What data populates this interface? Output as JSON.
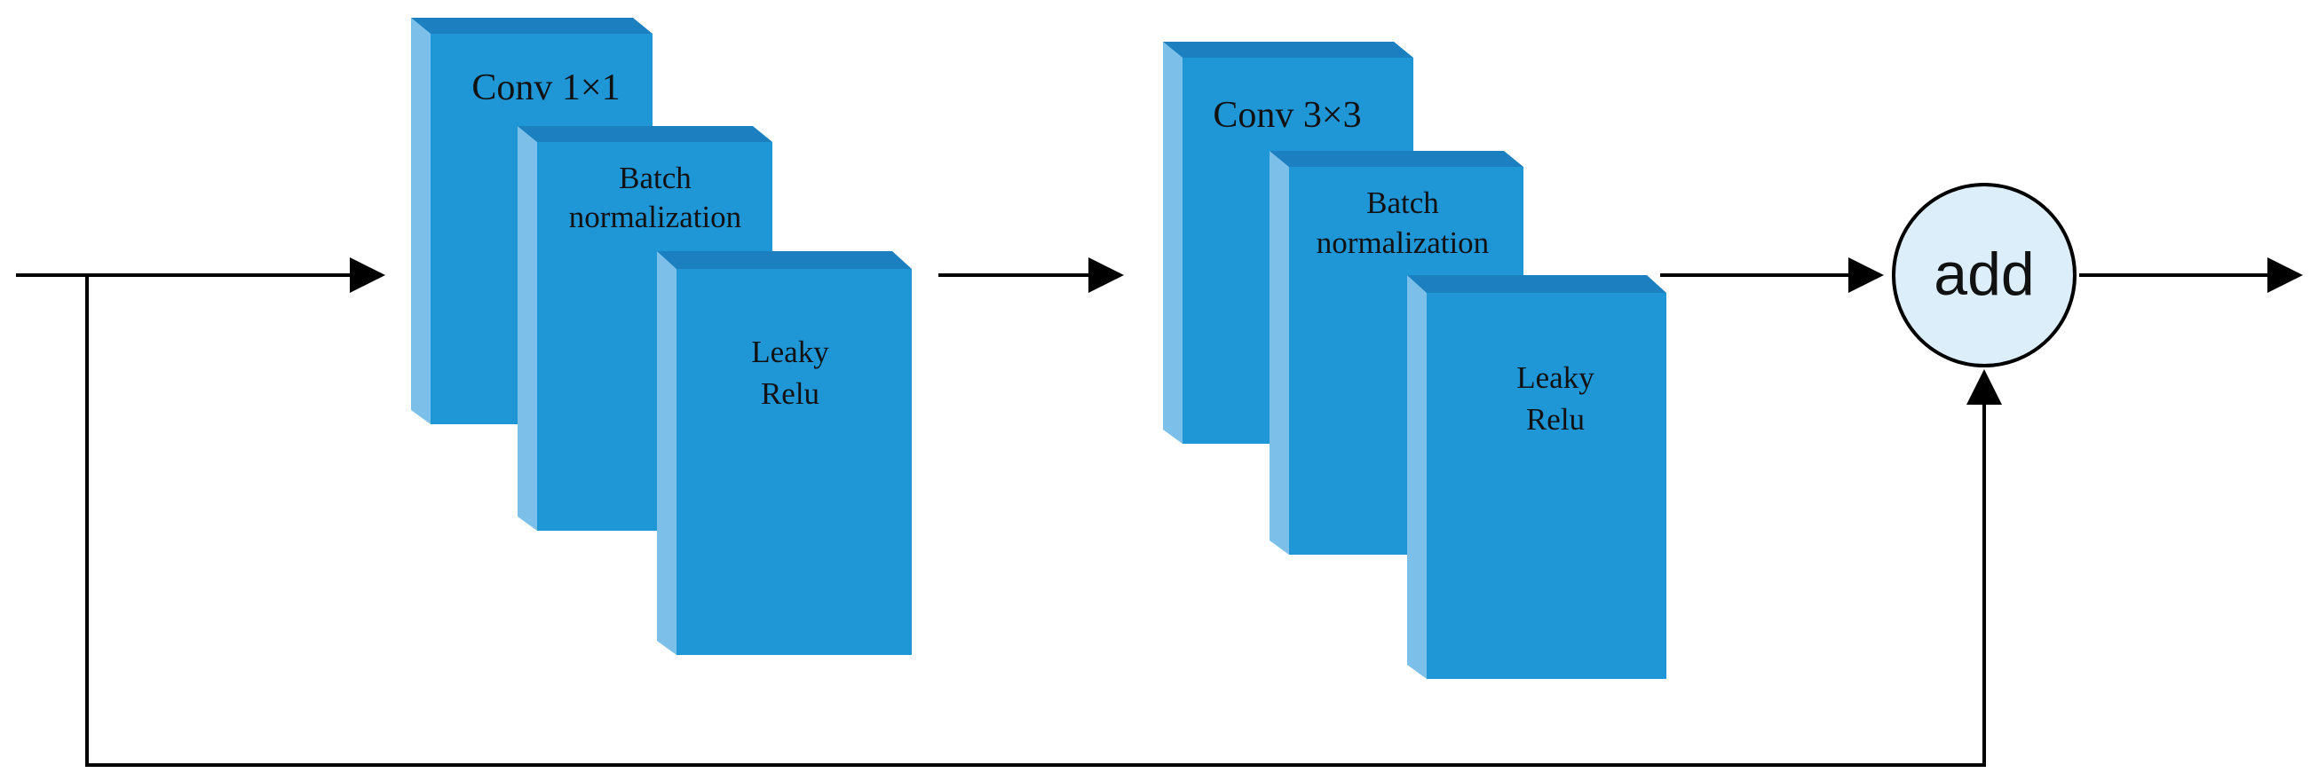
{
  "colors": {
    "block_front": "#1f96d6",
    "block_top": "#1c7fbf",
    "block_side": "#7cc0ea",
    "add_fill": "#dceefa",
    "line": "#000000"
  },
  "group1": {
    "conv": "Conv 1×1",
    "bn_line1": "Batch",
    "bn_line2": "normalization",
    "act_line1": "Leaky",
    "act_line2": "Relu"
  },
  "group2": {
    "conv": "Conv 3×3",
    "bn_line1": "Batch",
    "bn_line2": "normalization",
    "act_line1": "Leaky",
    "act_line2": "Relu"
  },
  "add_node": {
    "label": "add"
  }
}
